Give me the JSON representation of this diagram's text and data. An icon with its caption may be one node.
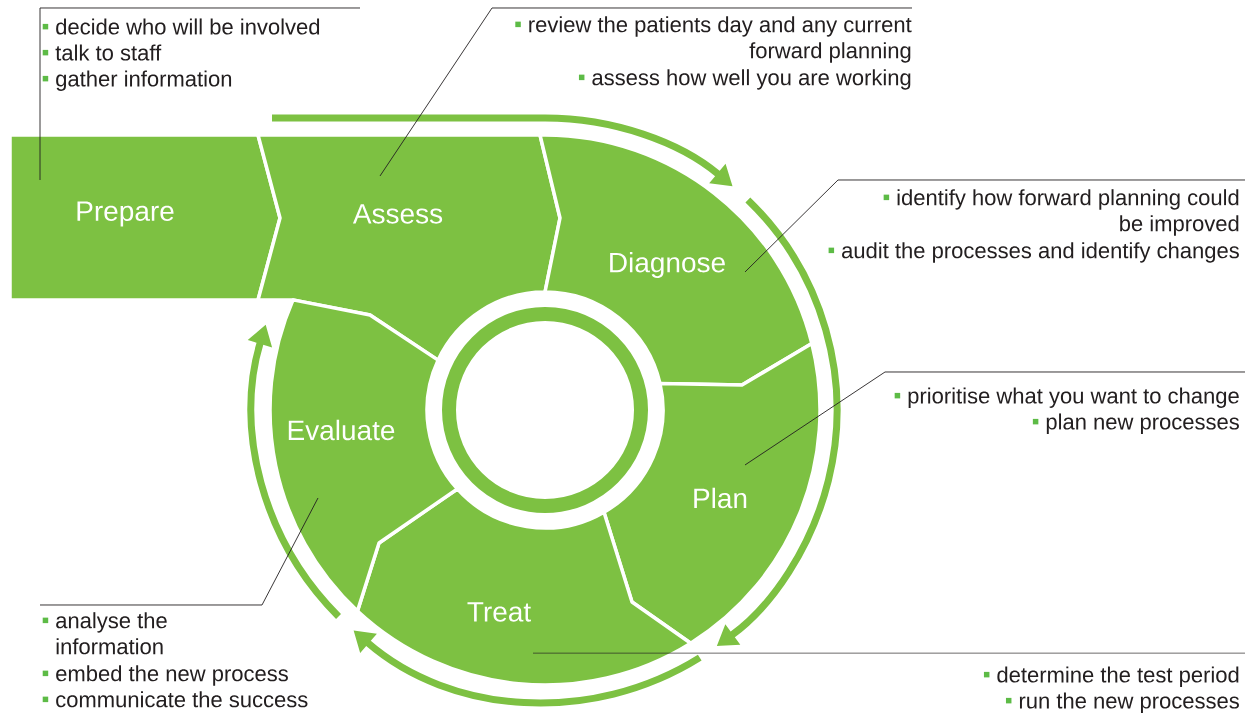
{
  "diagram": {
    "nodes": [
      {
        "text": [
          "Prepare"
        ]
      },
      {
        "text": [
          "Assess"
        ]
      },
      {
        "text": [
          "Diagnose"
        ]
      },
      {
        "text": [
          "Plan"
        ]
      },
      {
        "text": [
          "Treat"
        ]
      },
      {
        "text": [
          "Evaluate"
        ]
      },
      {
        "text": [
          "decide who will be involved",
          "talk to staff",
          "gather information"
        ]
      },
      {
        "text": [
          "review the patients day and any current forward planning",
          "assess how well you are working"
        ]
      },
      {
        "text": [
          "identify how forward planning could be improved",
          "audit the processes and identify changes"
        ]
      },
      {
        "text": [
          "prioritise what you want to change",
          "plan new processes"
        ]
      },
      {
        "text": [
          "determine the test period",
          "run the new processes"
        ]
      },
      {
        "text": [
          "analyse the information",
          "embed the new process",
          "communicate the success"
        ]
      },
      {
        "text": [],
        "shape": "circle"
      }
    ],
    "edges": [
      {
        "from": 6,
        "to": 0,
        "arrow": "none"
      },
      {
        "from": 7,
        "to": 1,
        "arrow": "none"
      },
      {
        "from": 8,
        "to": 2,
        "arrow": "none"
      },
      {
        "from": 9,
        "to": 3,
        "arrow": "none"
      },
      {
        "from": 10,
        "to": 4,
        "arrow": "none"
      },
      {
        "from": 11,
        "to": 5,
        "arrow": "none"
      }
    ]
  }
}
